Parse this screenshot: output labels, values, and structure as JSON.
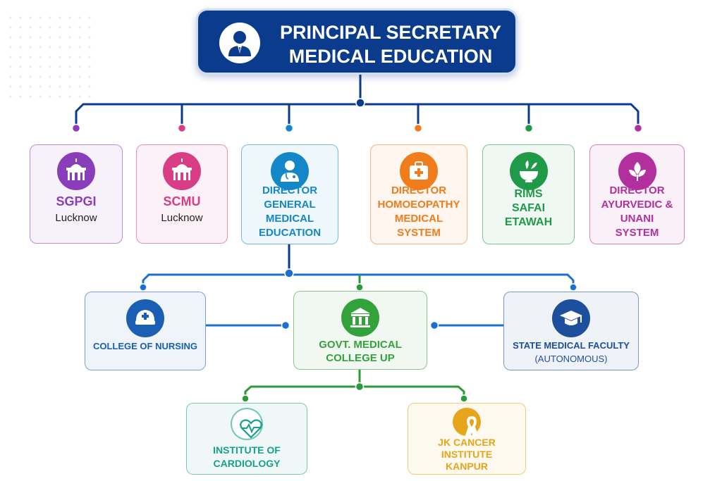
{
  "root": {
    "title_line1": "PRINCIPAL SECRETARY",
    "title_line2": "MEDICAL EDUCATION",
    "icon": "person-tie-icon",
    "color": "#0b3b8c"
  },
  "level1": [
    {
      "id": "sgpgi",
      "name": "SGPGI",
      "sub": "Lucknow",
      "icon": "building-icon",
      "color": "#8a3dbb"
    },
    {
      "id": "scmu",
      "name": "SCMU",
      "sub": "Lucknow",
      "icon": "building-icon",
      "color": "#d93d86"
    },
    {
      "id": "dgme",
      "lines": [
        "DIRECTOR",
        "GENERAL",
        "MEDICAL",
        "EDUCATION"
      ],
      "icon": "doctor-icon",
      "color": "#1487c8"
    },
    {
      "id": "dhms",
      "lines": [
        "DIRECTOR",
        "HOMOEOPATHY",
        "MEDICAL",
        "SYSTEM"
      ],
      "icon": "medical-kit-icon",
      "color": "#f07c1b"
    },
    {
      "id": "rims",
      "lines": [
        "RIMS",
        "SAFAI",
        "ETAWAH"
      ],
      "icon": "mortar-pestle-icon",
      "color": "#1f9a48"
    },
    {
      "id": "daus",
      "lines": [
        "DIRECTOR",
        "AYURVEDIC &",
        "UNANI",
        "SYSTEM"
      ],
      "icon": "leaf-icon",
      "color": "#b1309e"
    }
  ],
  "level2": [
    {
      "id": "nursing",
      "lines": [
        "COLLEGE OF NURSING"
      ],
      "icon": "nurse-cap-icon",
      "color": "#1a5fb4"
    },
    {
      "id": "gmc",
      "lines": [
        "GOVT. MEDICAL",
        "COLLEGE UP"
      ],
      "icon": "institution-icon",
      "color": "#34a23a"
    },
    {
      "id": "smf",
      "lines": [
        "STATE MEDICAL FACULTY",
        "(AUTONOMOUS)"
      ],
      "icon": "graduation-cap-icon",
      "color": "#1c4f9c"
    }
  ],
  "level3": [
    {
      "id": "cardiology",
      "lines": [
        "INSTITUTE OF",
        "CARDIOLOGY"
      ],
      "icon": "heartbeat-icon",
      "color": "#17a08a"
    },
    {
      "id": "cancer",
      "lines": [
        "JK CANCER",
        "INSTITUTE",
        "KANPUR"
      ],
      "icon": "ribbon-icon",
      "color": "#e6a51a"
    }
  ]
}
